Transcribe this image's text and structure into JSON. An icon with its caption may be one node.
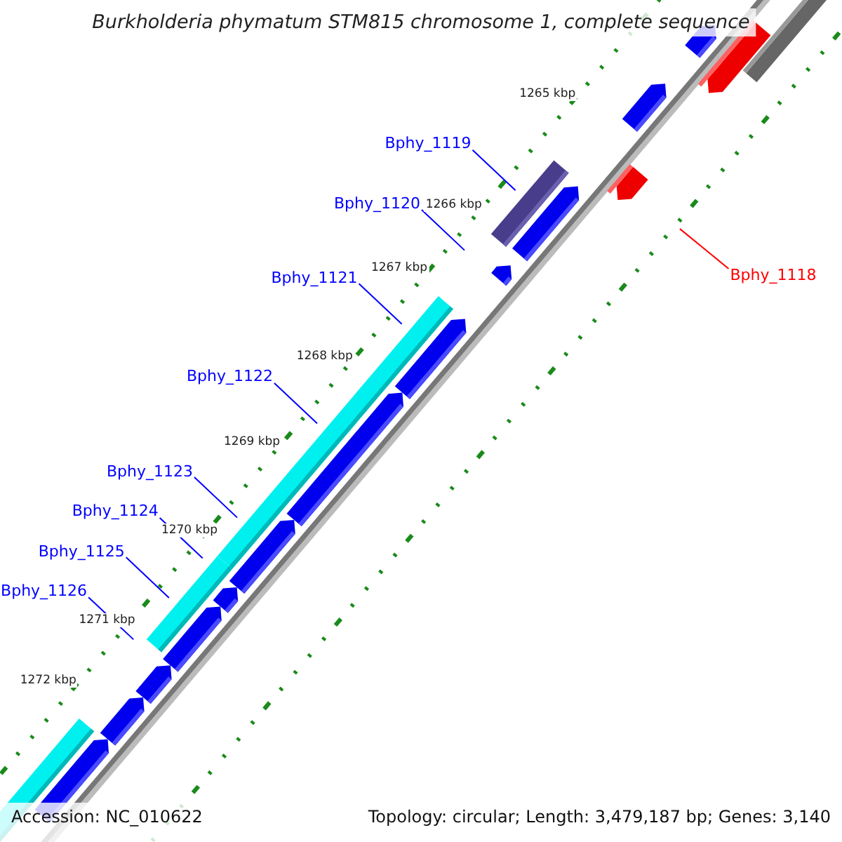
{
  "diagram": {
    "title": "Burkholderia phymatum STM815 chromosome 1, complete sequence",
    "nodes": [
      {
        "text": [
          "Bphy_1119"
        ]
      },
      {
        "text": [
          "Bphy_1120"
        ]
      },
      {
        "text": [
          "Bphy_1118"
        ]
      },
      {
        "text": [
          "Bphy_1121"
        ]
      },
      {
        "text": [
          "Bphy_1122"
        ]
      },
      {
        "text": [
          "Bphy_1123"
        ]
      },
      {
        "text": [
          "Bphy_1124"
        ]
      },
      {
        "text": [
          "Bphy_1125"
        ]
      },
      {
        "text": [
          "Bphy_1126"
        ]
      }
    ],
    "edges": [
      {
        "from": 0,
        "to": null,
        "arrow": "none"
      },
      {
        "from": 1,
        "to": null,
        "arrow": "none"
      },
      {
        "from": 2,
        "to": null,
        "arrow": "none",
        "color": "#ff0000"
      },
      {
        "from": 3,
        "to": null,
        "arrow": "none"
      },
      {
        "from": 4,
        "to": null,
        "arrow": "none"
      },
      {
        "from": 5,
        "to": null,
        "arrow": "none"
      },
      {
        "from": 6,
        "to": null,
        "arrow": "none"
      },
      {
        "from": 7,
        "to": null,
        "arrow": "none"
      },
      {
        "from": 8,
        "to": null,
        "arrow": "none"
      }
    ],
    "labels": [
      "1265 kbp",
      "1266 kbp",
      "1267 kbp",
      "1268 kbp",
      "1269 kbp",
      "1270 kbp",
      "1271 kbp",
      "1272 kbp",
      "Accession: NC_010622",
      "Topology: circular; Length: 3,479,187 bp; Genes: 3,140"
    ]
  }
}
